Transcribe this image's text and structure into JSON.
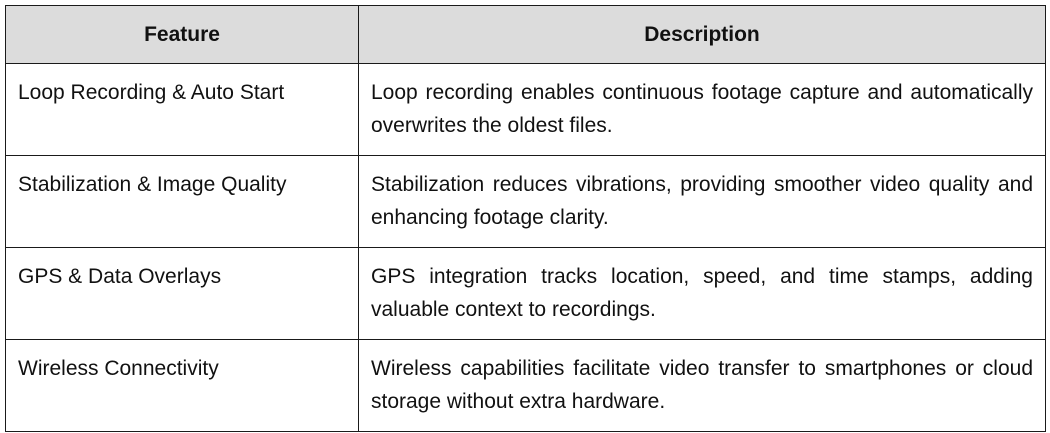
{
  "table": {
    "headers": {
      "feature": "Feature",
      "description": "Description"
    },
    "rows": [
      {
        "feature": "Loop Recording & Auto Start",
        "description": "Loop recording enables continuous footage capture and automatically overwrites the oldest files."
      },
      {
        "feature": "Stabilization & Image Quality",
        "description": "Stabilization reduces vibrations, providing smoother video quality and enhancing footage clarity."
      },
      {
        "feature": "GPS & Data Overlays",
        "description": "GPS integration tracks location, speed, and time stamps, adding valuable context to recordings."
      },
      {
        "feature": "Wireless Connectivity",
        "description": "Wireless capabilities facilitate video transfer to smartphones or cloud storage without extra hardware."
      }
    ]
  },
  "colors": {
    "header_background": "#dcdcdc",
    "border": "#1a1a1a",
    "text": "#111111"
  }
}
